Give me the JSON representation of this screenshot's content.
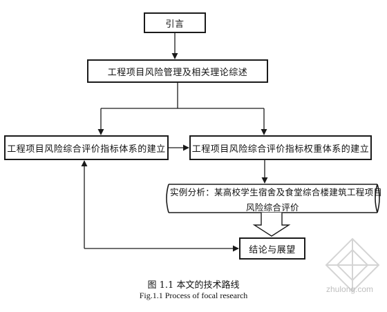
{
  "nodes": {
    "intro": "引言",
    "review": "工程项目风险管理及相关理论综述",
    "index_system": "工程项目风险综合评价指标体系的建立",
    "weight_system": "工程项目风险综合评价指标权重体系的建立",
    "case_line1": "实例分析：某高校学生宿舍及食堂综合楼建筑工程项目",
    "case_line2": "风险综合评价",
    "conclusion": "结论与展望"
  },
  "caption": {
    "zh": "图 1.1  本文的技术路线",
    "en": "Fig.1.1 Process of focal research"
  },
  "watermark": {
    "text": "zhulong.com"
  }
}
